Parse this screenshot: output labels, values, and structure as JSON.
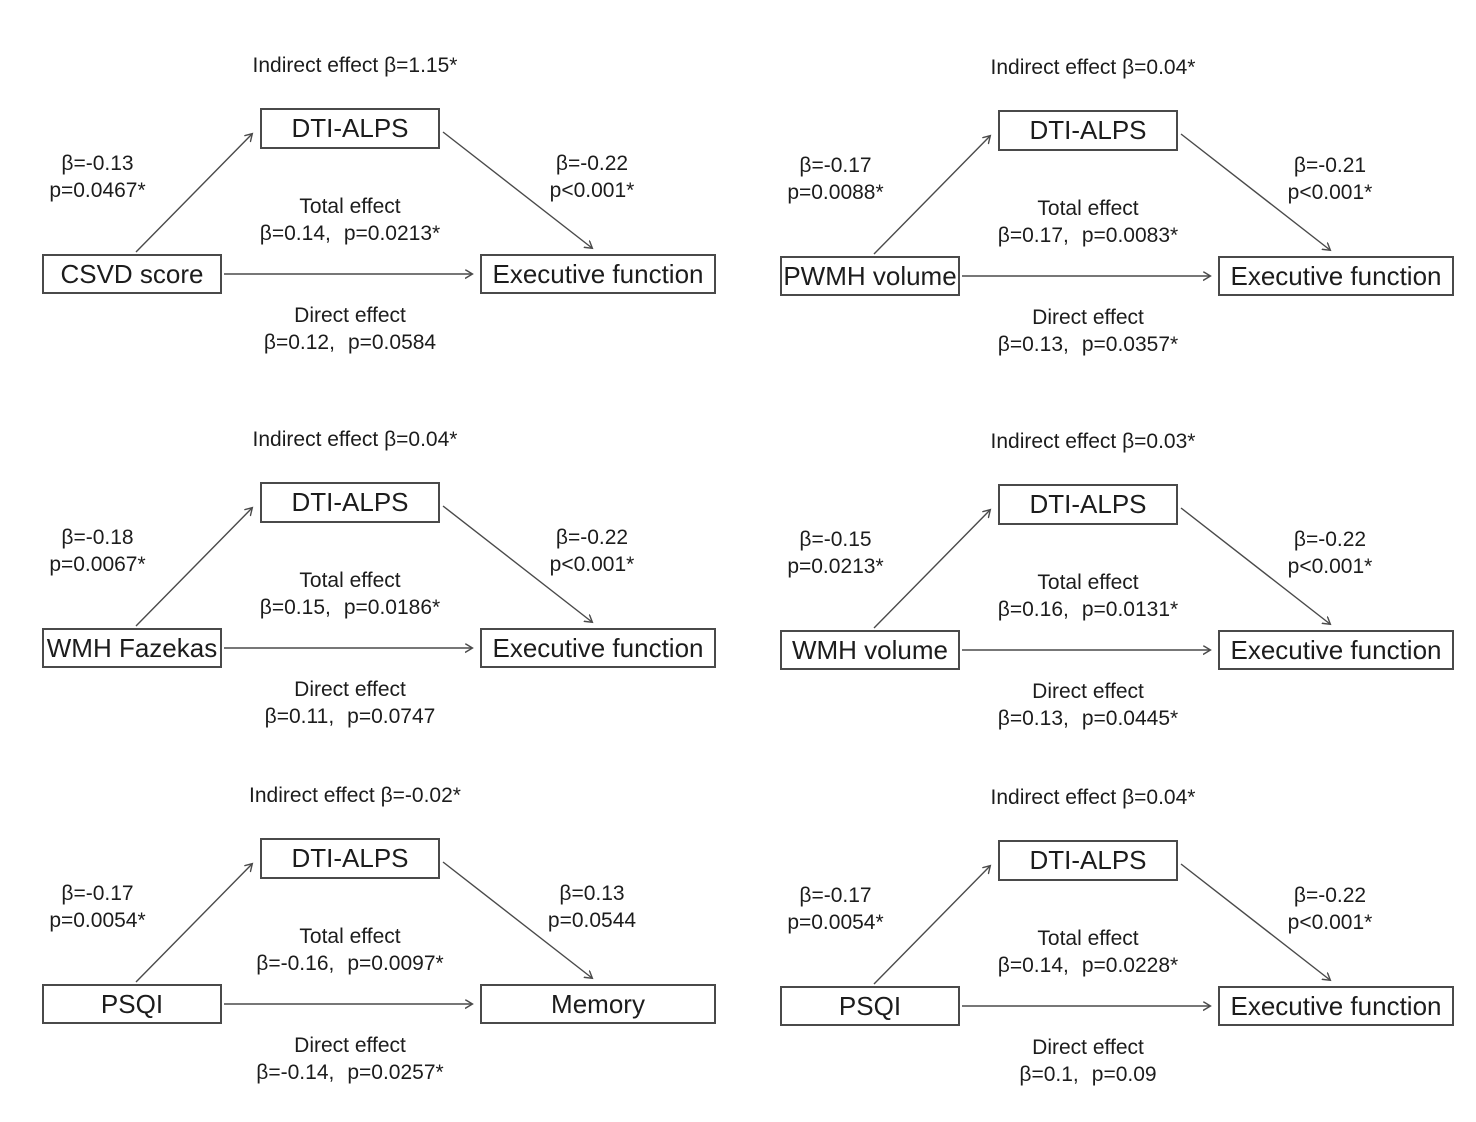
{
  "colors": {
    "line": "#4a4a4a",
    "box_border": "#4a4a4a",
    "text": "#1c1c1c",
    "background": "#ffffff"
  },
  "panels": [
    {
      "id": "csvd-executive",
      "indirect_label": "Indirect effect β=1.15*",
      "mediator": "DTI-ALPS",
      "predictor": "CSVD score",
      "outcome": "Executive function",
      "path_a_beta": "β=-0.13",
      "path_a_p": "p=0.0467*",
      "path_b_beta": "β=-0.22",
      "path_b_p": "p<0.001*",
      "total_label": "Total effect",
      "total_beta": "β=0.14,",
      "total_p": "p=0.0213*",
      "direct_label": "Direct effect",
      "direct_beta": "β=0.12,",
      "direct_p": "p=0.0584"
    },
    {
      "id": "pwmh-executive",
      "indirect_label": "Indirect effect β=0.04*",
      "mediator": "DTI-ALPS",
      "predictor": "PWMH volume",
      "outcome": "Executive function",
      "path_a_beta": "β=-0.17",
      "path_a_p": "p=0.0088*",
      "path_b_beta": "β=-0.21",
      "path_b_p": "p<0.001*",
      "total_label": "Total effect",
      "total_beta": "β=0.17,",
      "total_p": "p=0.0083*",
      "direct_label": "Direct effect",
      "direct_beta": "β=0.13,",
      "direct_p": "p=0.0357*"
    },
    {
      "id": "wmh-fazekas-executive",
      "indirect_label": "Indirect effect β=0.04*",
      "mediator": "DTI-ALPS",
      "predictor": "WMH Fazekas",
      "outcome": "Executive function",
      "path_a_beta": "β=-0.18",
      "path_a_p": "p=0.0067*",
      "path_b_beta": "β=-0.22",
      "path_b_p": "p<0.001*",
      "total_label": "Total effect",
      "total_beta": "β=0.15,",
      "total_p": "p=0.0186*",
      "direct_label": "Direct effect",
      "direct_beta": "β=0.11,",
      "direct_p": "p=0.0747"
    },
    {
      "id": "wmh-volume-executive",
      "indirect_label": "Indirect effect β=0.03*",
      "mediator": "DTI-ALPS",
      "predictor": "WMH volume",
      "outcome": "Executive function",
      "path_a_beta": "β=-0.15",
      "path_a_p": "p=0.0213*",
      "path_b_beta": "β=-0.22",
      "path_b_p": "p<0.001*",
      "total_label": "Total effect",
      "total_beta": "β=0.16,",
      "total_p": "p=0.0131*",
      "direct_label": "Direct effect",
      "direct_beta": "β=0.13,",
      "direct_p": "p=0.0445*"
    },
    {
      "id": "psqi-memory",
      "indirect_label": "Indirect effect β=-0.02*",
      "mediator": "DTI-ALPS",
      "predictor": "PSQI",
      "outcome": "Memory",
      "path_a_beta": "β=-0.17",
      "path_a_p": "p=0.0054*",
      "path_b_beta": "β=0.13",
      "path_b_p": "p=0.0544",
      "total_label": "Total effect",
      "total_beta": "β=-0.16,",
      "total_p": "p=0.0097*",
      "direct_label": "Direct effect",
      "direct_beta": "β=-0.14,",
      "direct_p": "p=0.0257*"
    },
    {
      "id": "psqi-executive",
      "indirect_label": "Indirect effect β=0.04*",
      "mediator": "DTI-ALPS",
      "predictor": "PSQI",
      "outcome": "Executive function",
      "path_a_beta": "β=-0.17",
      "path_a_p": "p=0.0054*",
      "path_b_beta": "β=-0.22",
      "path_b_p": "p<0.001*",
      "total_label": "Total effect",
      "total_beta": "β=0.14,",
      "total_p": "p=0.0228*",
      "direct_label": "Direct effect",
      "direct_beta": "β=0.1,",
      "direct_p": "p=0.09"
    }
  ]
}
